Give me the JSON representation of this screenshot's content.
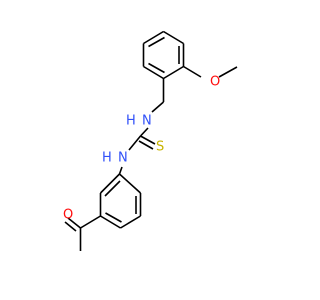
{
  "colors": {
    "background": "#ffffff",
    "bond": "#000000",
    "nitrogen": "#3050F8",
    "oxygen": "#FF0D0D",
    "sulfur": "#C8B400"
  },
  "atoms": {
    "nh_upper": {
      "text": "H",
      "element": "N",
      "letter": "N"
    },
    "nh_lower": {
      "text": "H",
      "element": "N",
      "letter": "N"
    },
    "sulfur": {
      "text": "S",
      "element": "S"
    },
    "methoxy_oxygen": {
      "text": "O",
      "element": "O"
    },
    "carbonyl_oxygen": {
      "text": "O",
      "element": "O"
    }
  }
}
